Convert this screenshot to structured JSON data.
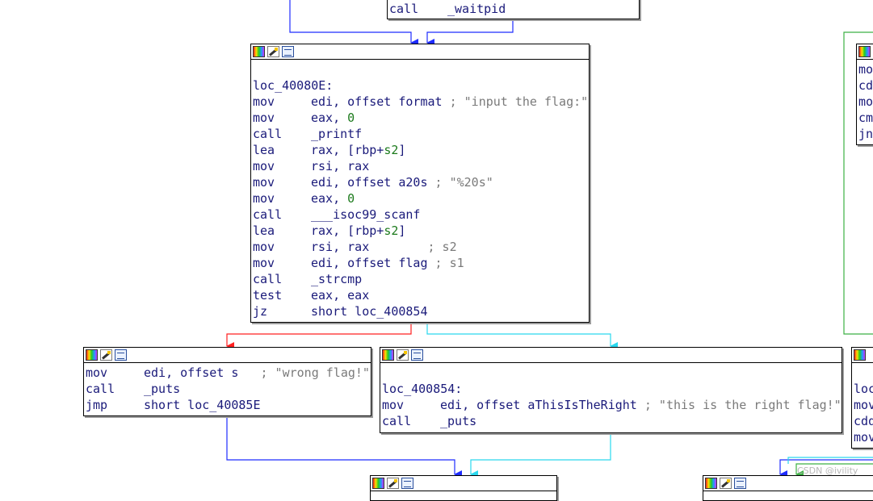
{
  "colors": {
    "edge_blue": "#1e2cff",
    "edge_red": "#ff2020",
    "edge_cyan": "#2ad8ee",
    "edge_green": "#3cb043"
  },
  "top_block": {
    "lines": [
      {
        "mn": "call",
        "op": "_waitpid"
      }
    ]
  },
  "main_block": {
    "label": "loc_40080E:",
    "lines": [
      {
        "mn": "mov",
        "op": "edi, offset format",
        "cm": " ; \"input the flag:\""
      },
      {
        "mn": "mov",
        "op": "eax, ",
        "num": "0"
      },
      {
        "mn": "call",
        "op": "_printf"
      },
      {
        "mn": "lea",
        "op": "rax, [rbp+",
        "var": "s2",
        "tail": "]"
      },
      {
        "mn": "mov",
        "op": "rsi, rax"
      },
      {
        "mn": "mov",
        "op": "edi, offset a20s",
        "cm": " ; \"%20s\""
      },
      {
        "mn": "mov",
        "op": "eax, ",
        "num": "0"
      },
      {
        "mn": "call",
        "op": "___isoc99_scanf"
      },
      {
        "mn": "lea",
        "op": "rax, [rbp+",
        "var": "s2",
        "tail": "]"
      },
      {
        "mn": "mov",
        "op": "rsi, rax",
        "cm": "        ; s2"
      },
      {
        "mn": "mov",
        "op": "edi, offset flag",
        "cm": " ; s1"
      },
      {
        "mn": "call",
        "op": "_strcmp"
      },
      {
        "mn": "test",
        "op": "eax, eax"
      },
      {
        "mn": "jz",
        "op": "short loc_400854"
      }
    ]
  },
  "wrong_block": {
    "lines": [
      {
        "mn": "mov",
        "op": "edi, offset s",
        "cm": "   ; \"wrong flag!\""
      },
      {
        "mn": "call",
        "op": "_puts"
      },
      {
        "mn": "jmp",
        "op": "short loc_40085E"
      }
    ]
  },
  "right_block": {
    "label": "loc_400854:",
    "lines": [
      {
        "mn": "mov",
        "op": "edi, offset aThisIsTheRight",
        "cm": " ; \"this is the right flag!\""
      },
      {
        "mn": "call",
        "op": "_puts"
      }
    ]
  },
  "side_top_block": {
    "lines": [
      "mov",
      "cd",
      "mov",
      "cm",
      "jn"
    ]
  },
  "side_bottom_block": {
    "lines": [
      "loc",
      "mov",
      "cdq",
      "mov"
    ]
  },
  "watermark": "CSDN @ivility"
}
